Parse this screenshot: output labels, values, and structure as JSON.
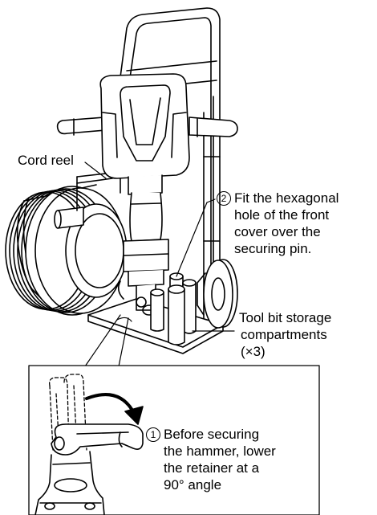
{
  "labels": {
    "cord_reel": "Cord reel",
    "step2": {
      "number": "2",
      "lines": [
        "Fit the hexagonal",
        "hole of the front",
        "cover over the",
        "securing pin."
      ]
    },
    "storage": {
      "lines": [
        "Tool bit storage",
        "compartments",
        "(×3)"
      ]
    },
    "step1": {
      "number": "1",
      "lines": [
        "Before securing",
        "the hammer, lower",
        "the retainer at a",
        "90° angle"
      ]
    }
  }
}
